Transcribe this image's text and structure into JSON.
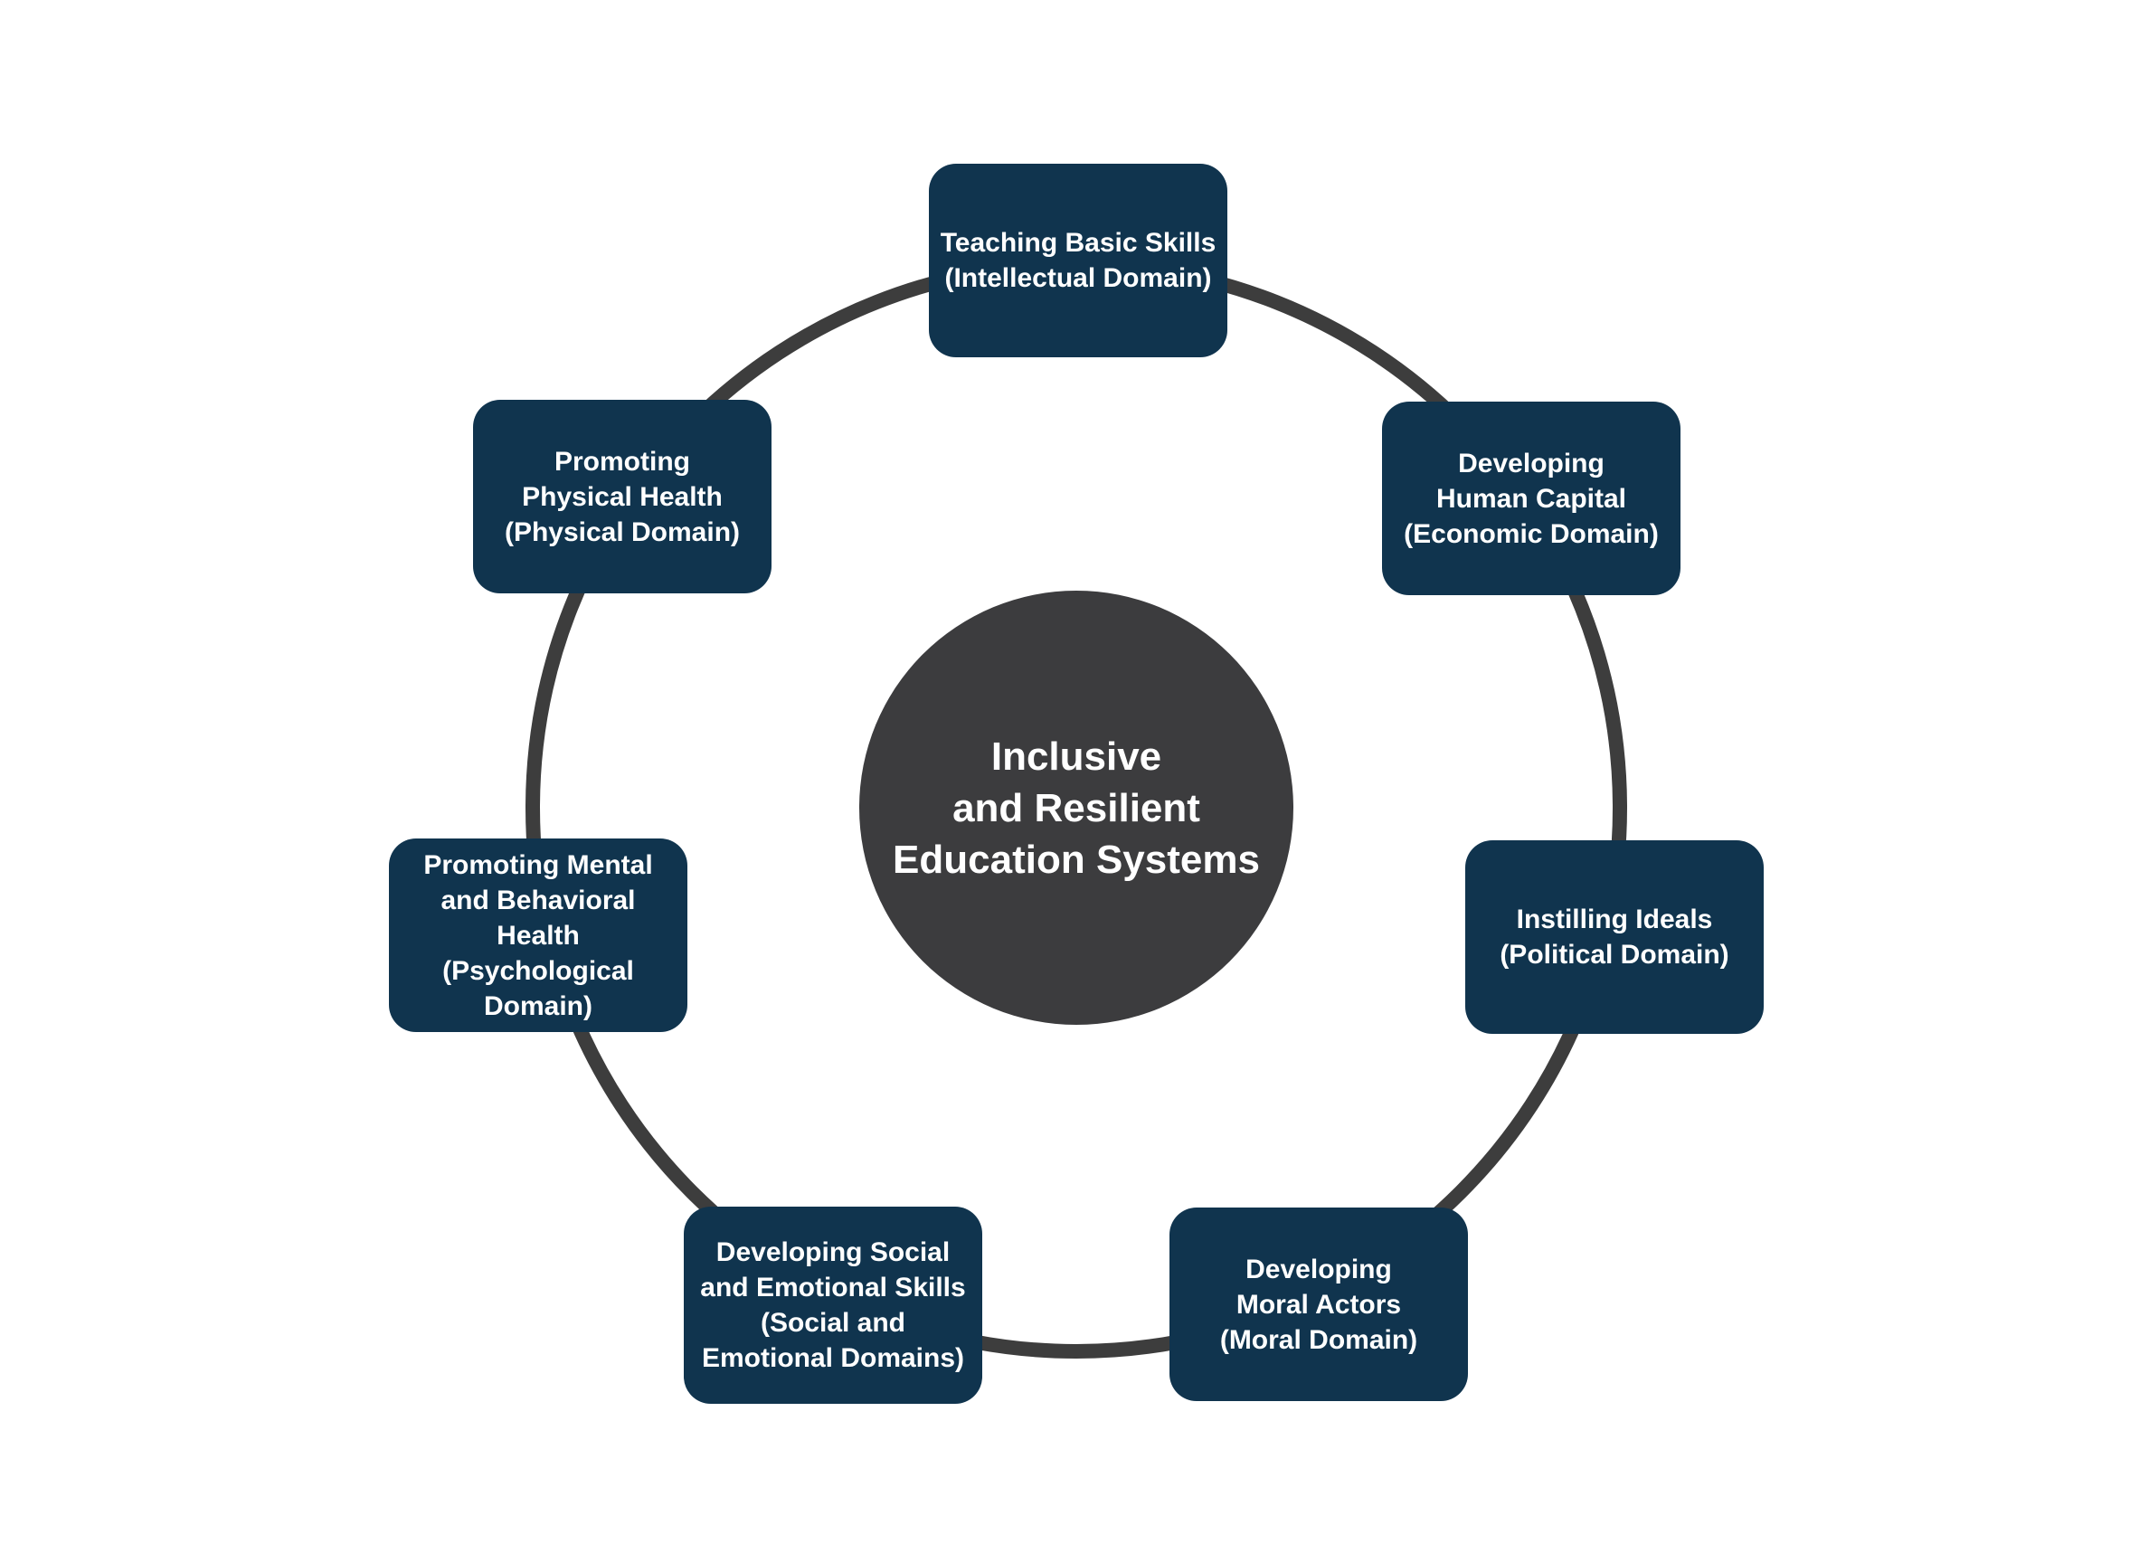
{
  "colors": {
    "background": "#ffffff",
    "node_bg": "#10344e",
    "center_bg": "#3c3c3e",
    "ring": "#3d3d3d",
    "text": "#ffffff"
  },
  "diagram": {
    "center": {
      "label": "Inclusive\nand Resilient\nEducation Systems"
    },
    "nodes": [
      {
        "id": "intellectual-domain",
        "position": "top",
        "label": "Teaching Basic Skills\n(Intellectual Domain)"
      },
      {
        "id": "economic-domain",
        "position": "upper-right",
        "label": "Developing\nHuman Capital\n(Economic Domain)"
      },
      {
        "id": "political-domain",
        "position": "right",
        "label": "Instilling Ideals\n(Political Domain)"
      },
      {
        "id": "moral-domain",
        "position": "lower-right",
        "label": "Developing\nMoral Actors\n(Moral Domain)"
      },
      {
        "id": "social-emotional-domains",
        "position": "lower-left",
        "label": "Developing Social\nand Emotional Skills\n(Social and\nEmotional Domains)"
      },
      {
        "id": "psychological-domain",
        "position": "left",
        "label": "Promoting Mental\nand Behavioral Health\n(Psychological Domain)"
      },
      {
        "id": "physical-domain",
        "position": "upper-left",
        "label": "Promoting\nPhysical Health\n(Physical Domain)"
      }
    ]
  }
}
